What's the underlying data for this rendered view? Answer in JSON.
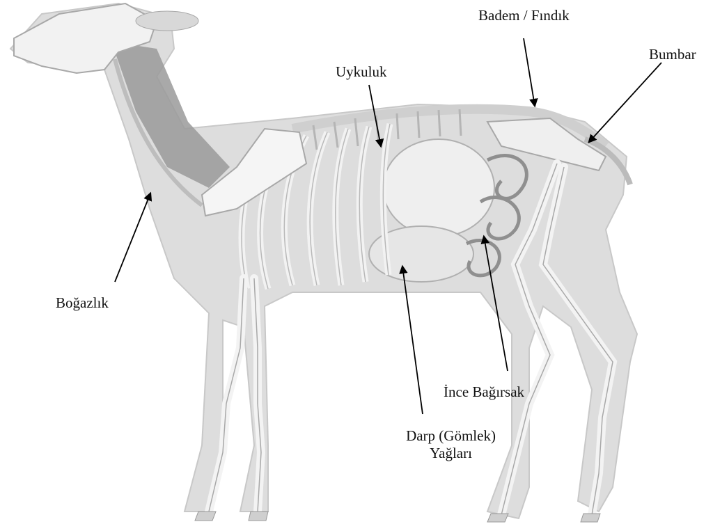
{
  "labels": {
    "badem": "Badem / Fındık",
    "bumbar": "Bumbar",
    "uykuluk": "Uykuluk",
    "bogazlik": "Boğazlık",
    "ince": "İnce Bağırsak",
    "darp_line1": "Darp (Gömlek)",
    "darp_line2": "Yağları"
  },
  "colors": {
    "body": "#dcdcdc",
    "bone": "#f4f4f4",
    "bone_stroke": "#b0b0b0",
    "organ": "#c9c9c9",
    "dark": "#8c8c8c",
    "arrow": "#000000"
  }
}
